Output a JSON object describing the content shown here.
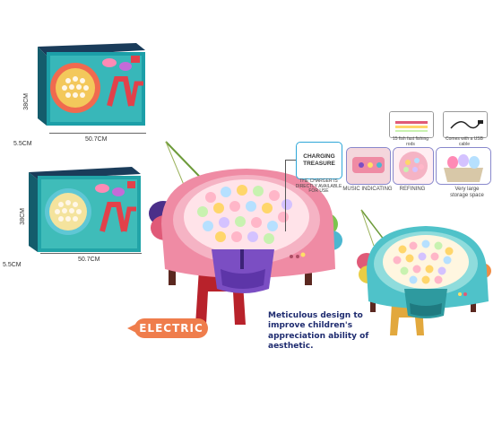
{
  "dimensions": {
    "box1_height": "38CM",
    "box1_depth": "5.5CM",
    "box1_width": "50.7CM",
    "box2_height": "38CM",
    "box2_depth": "5.5CM",
    "box2_width": "50.7CM"
  },
  "charging": {
    "label": "CHARGING TREASURE",
    "note": "THE CHARGER IS DIRECTLY AVAILABLE FOR USE"
  },
  "features": [
    {
      "caption": "MUSIC INDICATING"
    },
    {
      "caption": "REFINING"
    },
    {
      "caption": "Very large storage space"
    }
  ],
  "accessories": [
    {
      "caption": "15 fish fast fishing rods"
    },
    {
      "caption": "Comes with a USB cable"
    }
  ],
  "electric_tag": "ELECTRIC",
  "slogan": "Meticulous design to improve children's appreciation ability of aesthetic."
}
